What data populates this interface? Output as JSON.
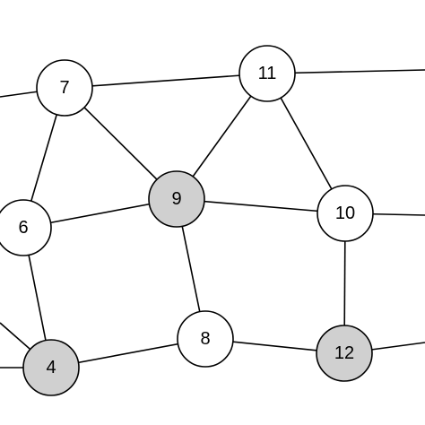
{
  "colors": {
    "background": "#ffffff",
    "edge": "#000000",
    "node_default_fill": "#ffffff",
    "node_highlight_fill": "#d0d0d0",
    "node_stroke": "#000000"
  },
  "nodes": [
    {
      "id": "n7",
      "label": "7",
      "highlighted": false
    },
    {
      "id": "n11",
      "label": "11",
      "highlighted": false
    },
    {
      "id": "n9",
      "label": "9",
      "highlighted": true
    },
    {
      "id": "n6",
      "label": "6",
      "highlighted": false
    },
    {
      "id": "n10",
      "label": "10",
      "highlighted": false
    },
    {
      "id": "n8",
      "label": "8",
      "highlighted": false
    },
    {
      "id": "n12",
      "label": "12",
      "highlighted": true
    },
    {
      "id": "n4",
      "label": "4",
      "highlighted": true
    }
  ],
  "edges": [
    {
      "from": "n7",
      "to": "n11"
    },
    {
      "from": "n7",
      "to": "n9"
    },
    {
      "from": "n7",
      "to": "n6"
    },
    {
      "from": "n11",
      "to": "n9"
    },
    {
      "from": "n11",
      "to": "n10"
    },
    {
      "from": "n9",
      "to": "n6"
    },
    {
      "from": "n9",
      "to": "n10"
    },
    {
      "from": "n9",
      "to": "n8"
    },
    {
      "from": "n6",
      "to": "n4"
    },
    {
      "from": "n10",
      "to": "n12"
    },
    {
      "from": "n8",
      "to": "n4"
    },
    {
      "from": "n8",
      "to": "n12"
    }
  ],
  "offscreen_edges": [
    {
      "from": "n7"
    },
    {
      "from": "n11"
    },
    {
      "from": "n10"
    },
    {
      "from": "n12"
    },
    {
      "from": "n4"
    },
    {
      "from": "n4"
    }
  ]
}
